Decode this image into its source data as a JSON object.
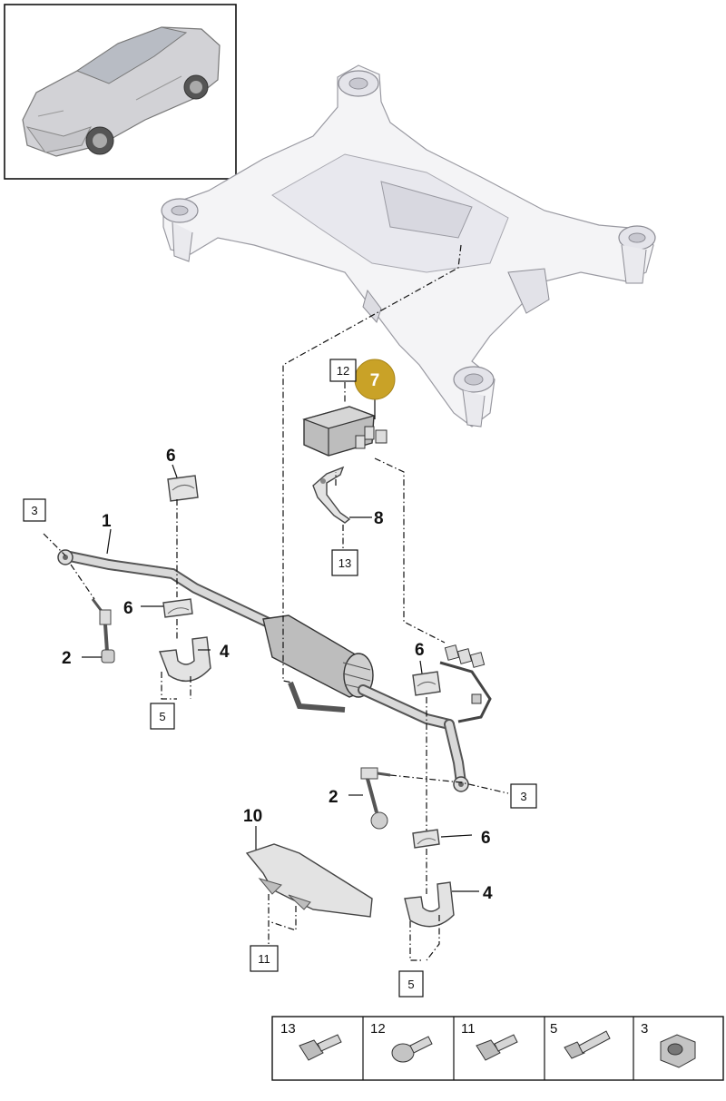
{
  "callouts": [
    {
      "id": "c1",
      "text": "1"
    },
    {
      "id": "c2a",
      "text": "2"
    },
    {
      "id": "c2b",
      "text": "2"
    },
    {
      "id": "c4a",
      "text": "4"
    },
    {
      "id": "c4b",
      "text": "4"
    },
    {
      "id": "c6a",
      "text": "6"
    },
    {
      "id": "c6b",
      "text": "6"
    },
    {
      "id": "c6c",
      "text": "6"
    },
    {
      "id": "c6d",
      "text": "6"
    },
    {
      "id": "c7",
      "text": "7"
    },
    {
      "id": "c8",
      "text": "8"
    },
    {
      "id": "c10",
      "text": "10"
    }
  ],
  "boxed_labels": [
    {
      "id": "b3a",
      "text": "3"
    },
    {
      "id": "b3b",
      "text": "3"
    },
    {
      "id": "b5a",
      "text": "5"
    },
    {
      "id": "b5b",
      "text": "5"
    },
    {
      "id": "b11",
      "text": "11"
    },
    {
      "id": "b12",
      "text": "12"
    },
    {
      "id": "b13",
      "text": "13"
    }
  ],
  "fastener_table": [
    {
      "label": "13",
      "icon": "flange-bolt-icon"
    },
    {
      "label": "12",
      "icon": "round-head-bolt-icon"
    },
    {
      "label": "11",
      "icon": "flange-bolt-icon"
    },
    {
      "label": "5",
      "icon": "hex-bolt-icon"
    },
    {
      "label": "3",
      "icon": "hex-nut-icon"
    }
  ],
  "colors": {
    "highlight_callout": "#c9a227",
    "line": "#111111",
    "part_fill": "#e3e3e3",
    "subframe_fill": "#f4f4f6"
  }
}
